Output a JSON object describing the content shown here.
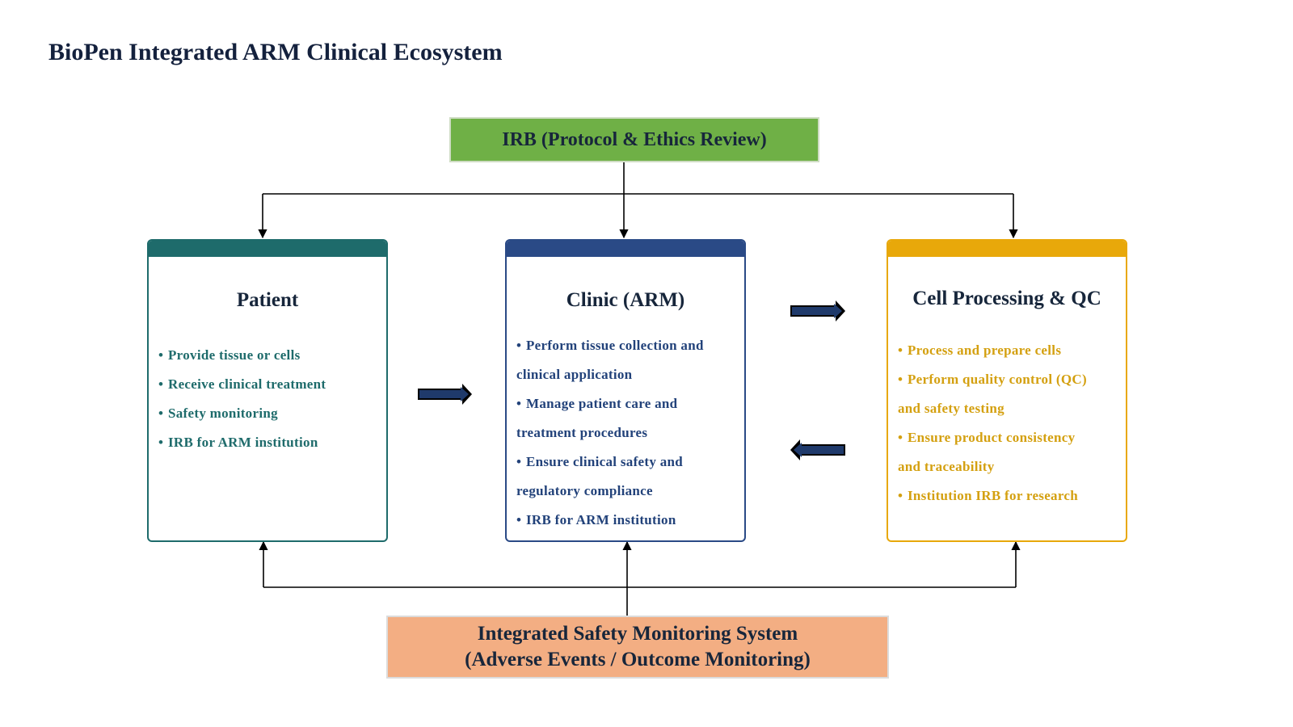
{
  "title": "BioPen Integrated ARM Clinical Ecosystem",
  "irb_box": {
    "label": "IRB (Protocol & Ethics Review)"
  },
  "safety_box": {
    "line1": "Integrated Safety Monitoring System",
    "line2": "(Adverse Events / Outcome Monitoring)"
  },
  "patient": {
    "heading": "Patient",
    "items": [
      "Provide tissue or cells",
      "Receive clinical treatment",
      "Safety monitoring",
      "IRB for ARM institution"
    ]
  },
  "clinic": {
    "heading": "Clinic (ARM)",
    "items": [
      {
        "l1": "Perform tissue collection and",
        "l2": "clinical application"
      },
      {
        "l1": "Manage patient care and",
        "l2": "treatment procedures"
      },
      {
        "l1": "Ensure clinical safety and",
        "l2": "regulatory compliance"
      },
      {
        "l1": "IRB for ARM institution"
      }
    ]
  },
  "cell": {
    "heading": "Cell Processing & QC",
    "items": [
      {
        "l1": "Process and prepare cells"
      },
      {
        "l1": "Perform quality control (QC)",
        "l2": "and safety testing"
      },
      {
        "l1": "Ensure product consistency",
        "l2": "and traceability"
      },
      {
        "l1": "Institution IRB for research"
      }
    ]
  },
  "colors": {
    "patient": "#1e6b6b",
    "clinic": "#2a4a86",
    "cell": "#e8a80a",
    "irb": "#6fb046",
    "safety": "#f3ae83"
  },
  "bullet": "•"
}
